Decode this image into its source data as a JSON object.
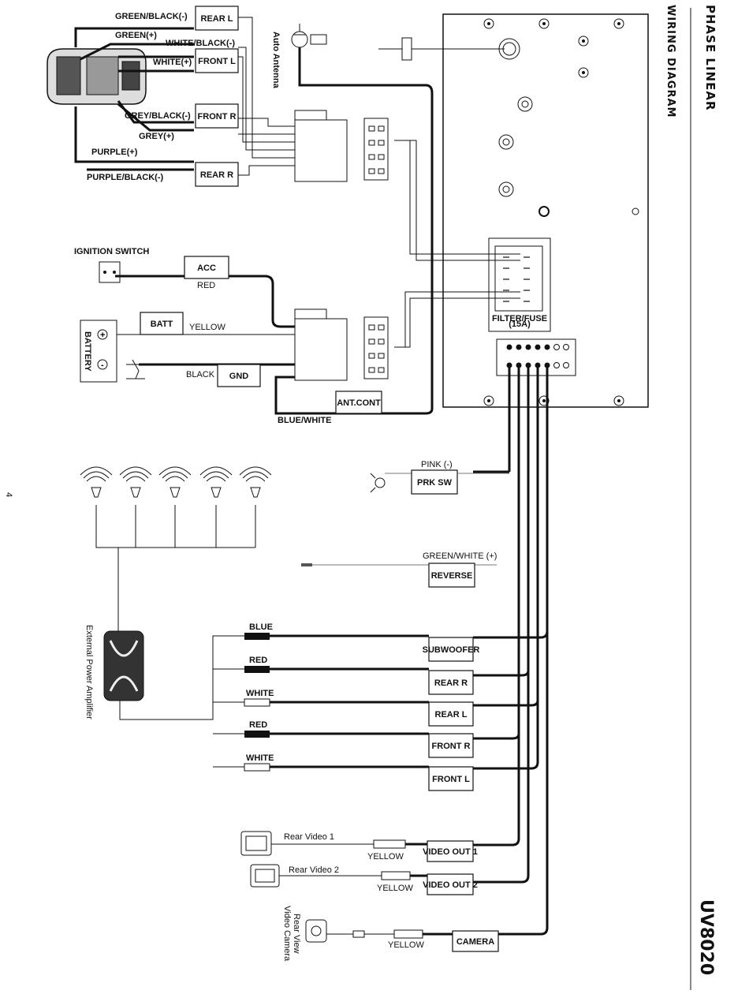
{
  "header": {
    "brand": "PHASE LINEAR",
    "title": "WIRING DIAGRAM",
    "model": "UV8020",
    "page_number": "4"
  },
  "speakers": {
    "rear_l": "REAR L",
    "front_l": "FRONT L",
    "front_r": "FRONT R",
    "rear_r": "REAR R",
    "wire_green_black": "GREEN/BLACK(-)",
    "wire_green": "GREEN(+)",
    "wire_white_black": "WHITE/BLACK(-)",
    "wire_white": "WHITE(+)",
    "wire_grey_black": "GREY/BLACK(-)",
    "wire_grey": "GREY(+)",
    "wire_purple": "PURPLE(+)",
    "wire_purple_black": "PURPLE/BLACK(-)"
  },
  "antenna": {
    "label": "Auto Antenna"
  },
  "power": {
    "ignition_switch": "IGNITION SWITCH",
    "acc": "ACC",
    "red": "RED",
    "batt": "BATT",
    "yellow": "YELLOW",
    "battery": "BATTERY",
    "plus": "+",
    "minus": "-",
    "black": "BLACK",
    "gnd": "GND",
    "ant_cont": "ANT.CONT",
    "blue_white": "BLUE/WHITE"
  },
  "fuse": {
    "line1": "FILTER/FUSE",
    "line2": "(15A)"
  },
  "parking": {
    "wire": "PINK (-)",
    "box": "PRK SW"
  },
  "reverse": {
    "wire": "GREEN/WHITE (+)",
    "box": "REVERSE"
  },
  "amplifier": {
    "label": "External Power Amplifier"
  },
  "rca": {
    "wire_blue": "BLUE",
    "wire_red_1": "RED",
    "wire_white_1": "WHITE",
    "wire_red_2": "RED",
    "wire_white_2": "WHITE",
    "subwoofer": "SUBWOOFER",
    "rear_r": "REAR R",
    "rear_l": "REAR L",
    "front_r": "FRONT R",
    "front_l": "FRONT L"
  },
  "video": {
    "rear_video_1": "Rear Video 1",
    "rear_video_2": "Rear Video 2",
    "yellow_1": "YELLOW",
    "yellow_2": "YELLOW",
    "yellow_3": "YELLOW",
    "video_out_1": "VIDEO OUT 1",
    "video_out_2": "VIDEO OUT 2",
    "camera": "CAMERA",
    "camera_label_1": "Rear View",
    "camera_label_2": "Video Camera"
  }
}
